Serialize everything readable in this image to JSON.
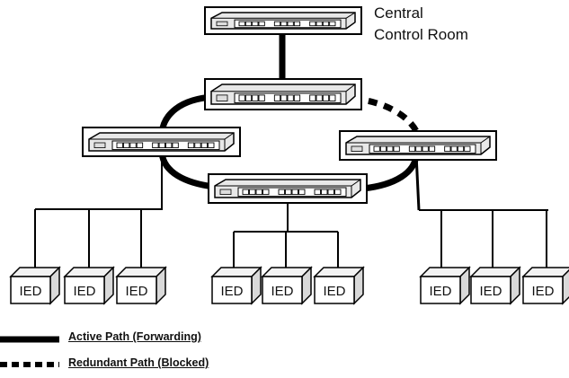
{
  "diagram": {
    "title_lines": [
      "Central",
      "Control Room"
    ],
    "switch_port_label": "8888 8888 8888",
    "device_label": "IED",
    "legend": {
      "active": "Active Path (Forwarding)",
      "redundant": "Redundant Path (Blocked)"
    },
    "colors": {
      "line": "#000000",
      "switch_fill": "#e8e8e8",
      "switch_face": "#f7f7f7",
      "port_fill": "#ffffff"
    }
  }
}
